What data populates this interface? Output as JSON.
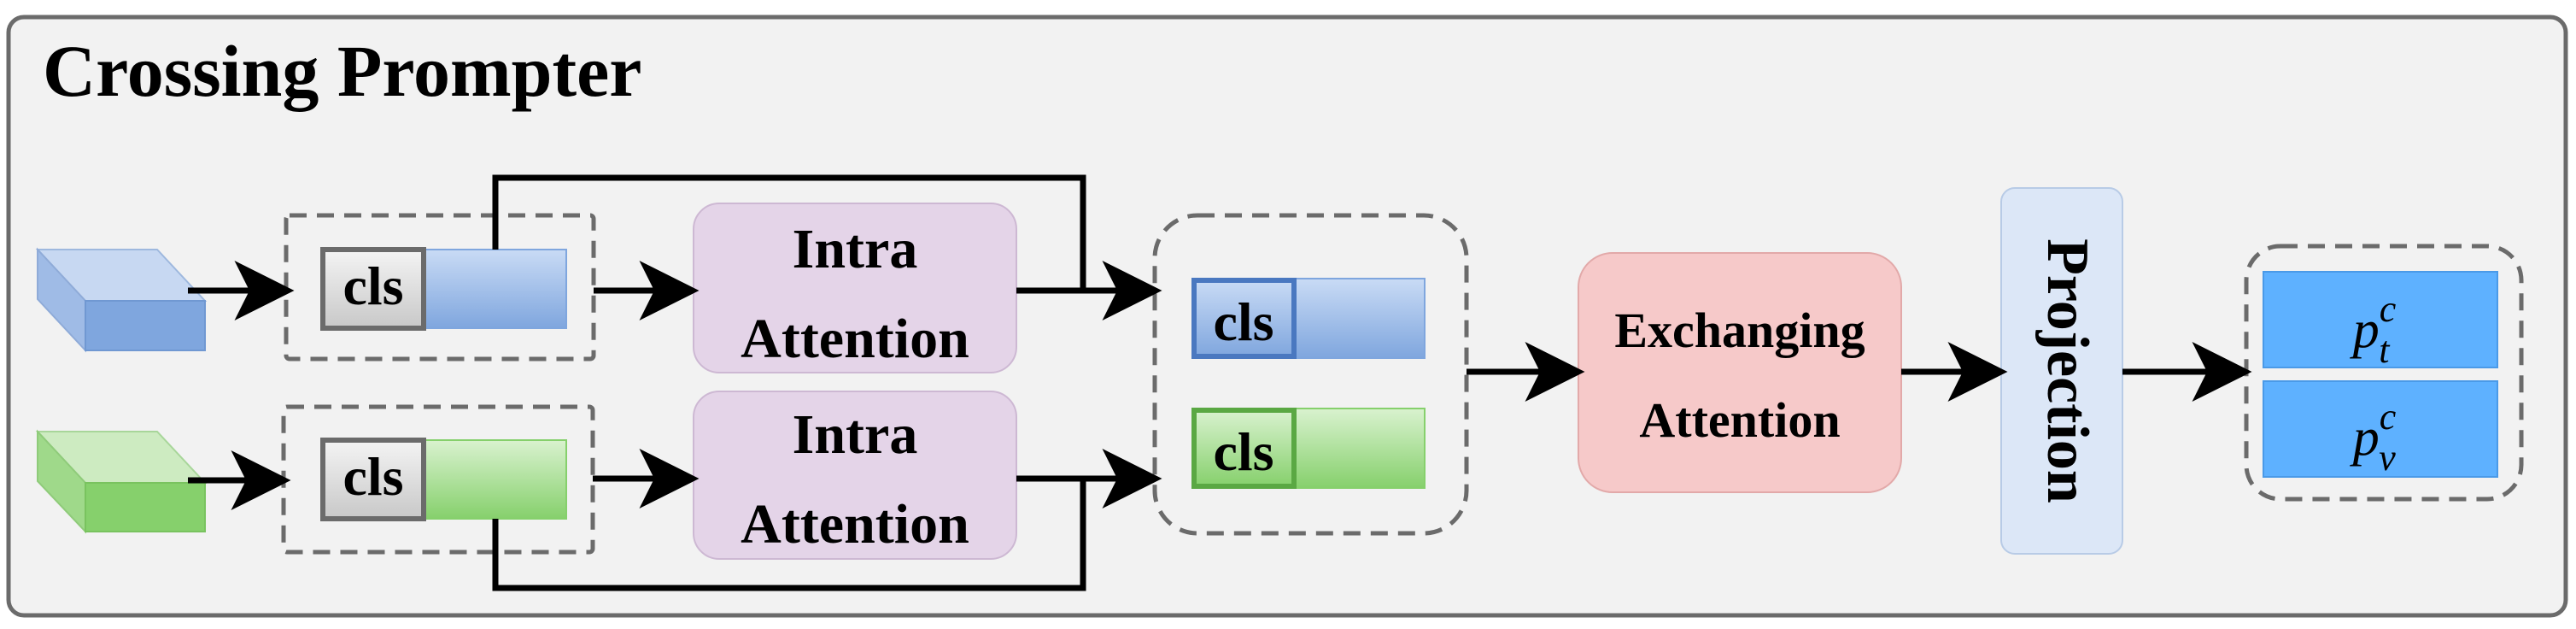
{
  "title": "Crossing Prompter",
  "cls_label": "cls",
  "intra_attention": {
    "line1": "Intra",
    "line2": "Attention"
  },
  "exchanging_attention": {
    "line1": "Exchanging",
    "line2": "Attention"
  },
  "projection": "Projection",
  "outputs": {
    "text_prompt": {
      "base": "p",
      "sup": "c",
      "sub": "t"
    },
    "visual_prompt": {
      "base": "p",
      "sup": "c",
      "sub": "v"
    }
  },
  "colors": {
    "blue_token": "#8fb1e3",
    "green_token": "#9fd98a",
    "intra_fill": "#e4d4e8",
    "exchanging_fill": "#f6c9c9",
    "projection_fill": "#dce7f7",
    "output_fill": "#5eb1ff",
    "panel_bg": "#f2f2f2"
  }
}
